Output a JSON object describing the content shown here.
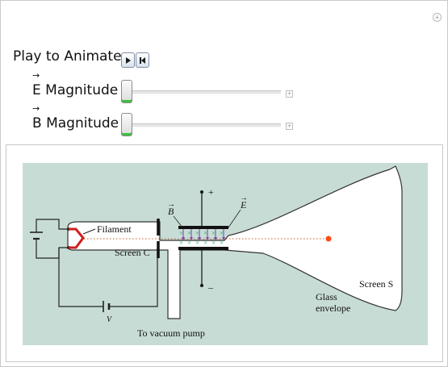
{
  "controls": {
    "play_label": "Play to Animate",
    "e_symbol": "E",
    "e_rest": " Magnitude",
    "b_symbol": "B",
    "b_rest": " Magnitude",
    "vector_arrow": "→",
    "e_value": 0,
    "b_value": 0
  },
  "diagram": {
    "filament": "Filament",
    "screen_c": "Screen C",
    "b_label": "B",
    "e_label": "E",
    "plus": "+",
    "minus": "–",
    "v_label": "V",
    "vacuum": "To vacuum pump",
    "glass_line1": "Glass",
    "glass_line2": "envelope",
    "screen_s": "Screen S"
  },
  "colors": {
    "panel_bg": "#c8dcd6",
    "beam_dot": "#ff4a14",
    "filament": "#d21e1e",
    "slider_accent": "#3fbf3f"
  }
}
